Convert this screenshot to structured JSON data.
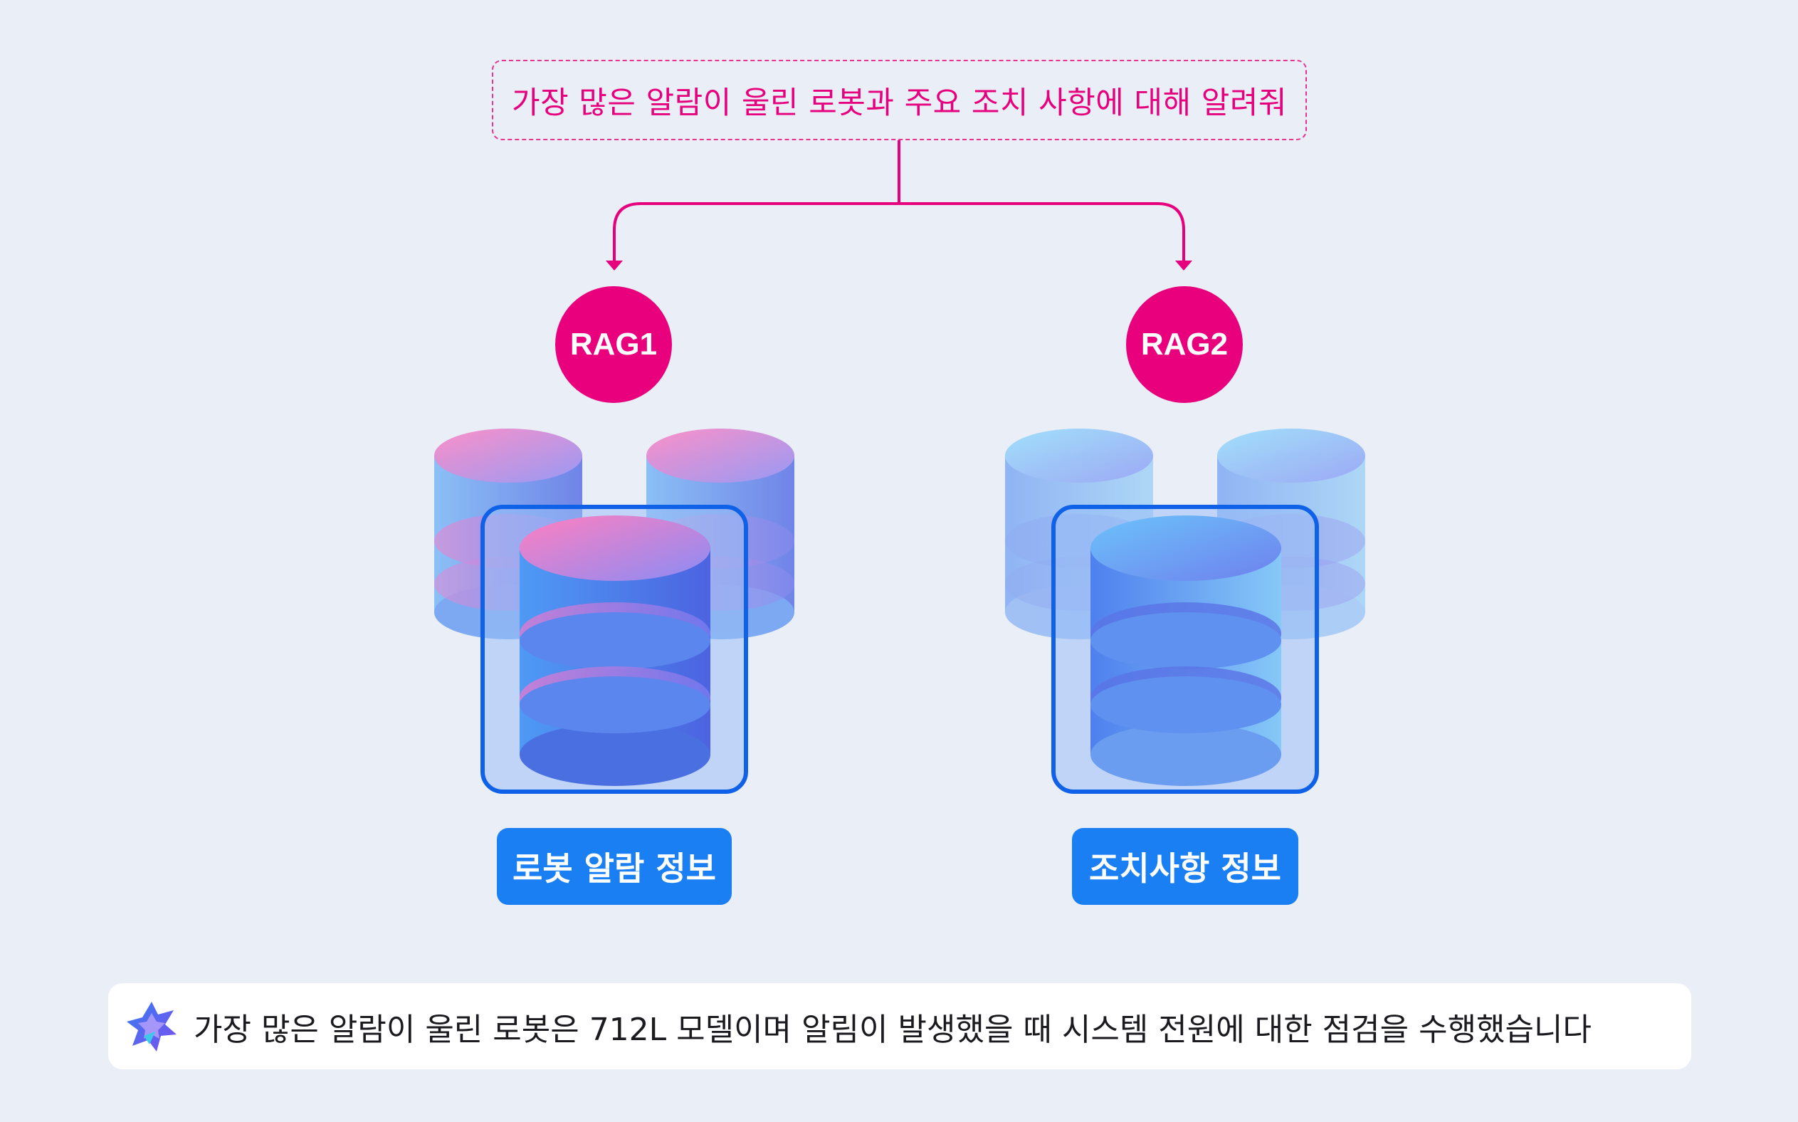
{
  "query": {
    "text": "가장 많은 알람이 울린 로봇과 주요 조치 사항에 대해 알려줘"
  },
  "rag_nodes": [
    {
      "label": "RAG1",
      "data_label": "로봇 알람 정보"
    },
    {
      "label": "RAG2",
      "data_label": "조치사항 정보"
    }
  ],
  "answer": {
    "icon": "ai-sparkle-icon",
    "text": "가장 많은 알람이 울린 로봇은 712L 모델이며 알림이 발생했을 때 시스템 전원에 대한 점검을 수행했습니다"
  },
  "colors": {
    "accent_pink": "#e6007e",
    "label_blue": "#1a7ff2",
    "background": "#eaeef6"
  }
}
